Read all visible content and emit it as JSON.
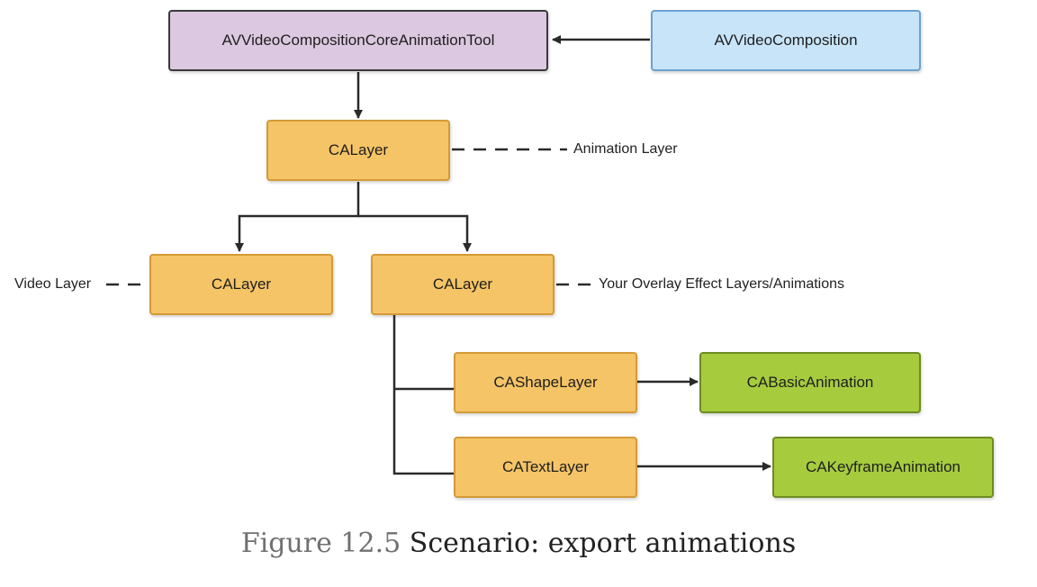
{
  "nodes": {
    "av_tool": "AVVideoCompositionCoreAnimationTool",
    "av_composition": "AVVideoComposition",
    "animation_layer": "CALayer",
    "video_layer": "CALayer",
    "overlay_layer": "CALayer",
    "shape_layer": "CAShapeLayer",
    "text_layer": "CATextLayer",
    "basic_animation": "CABasicAnimation",
    "keyframe_animation": "CAKeyframeAnimation"
  },
  "labels": {
    "animation_layer": "Animation Layer",
    "video_layer": "Video Layer",
    "overlay_layer": "Your Overlay Effect Layers/Animations"
  },
  "caption": {
    "figure": "Figure 12.5",
    "text": "Scenario: export animations"
  },
  "colors": {
    "purple": "#dcc8e0",
    "blue": "#c8e4f8",
    "orange": "#f5c466",
    "green": "#a6cc3e"
  }
}
